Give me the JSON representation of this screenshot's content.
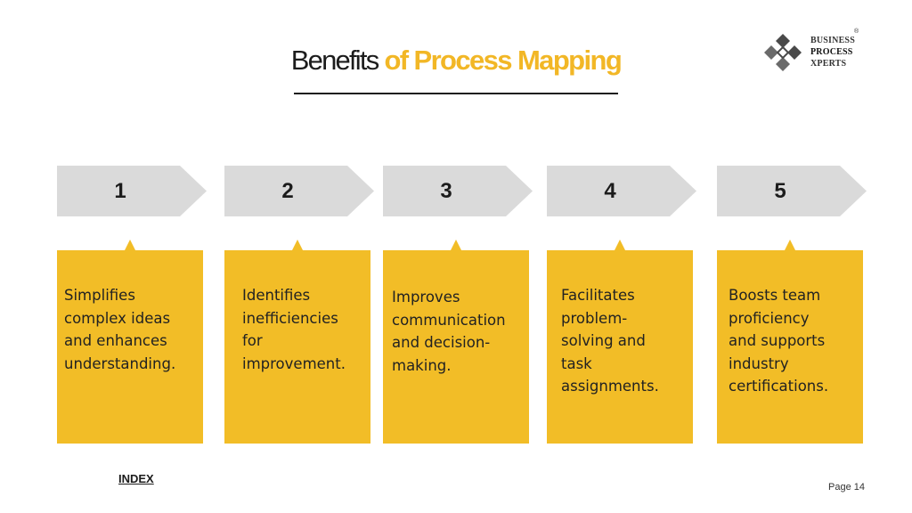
{
  "title": {
    "part1": "Benefits",
    "part2": "of Process Mapping"
  },
  "logo": {
    "line1": "BUSINESS",
    "line2": "PROCESS",
    "line3": "XPERTS",
    "mark": "®"
  },
  "steps": [
    {
      "number": "1",
      "text": "Simplifies\ncomplex ideas\nand enhances\nunderstanding."
    },
    {
      "number": "2",
      "text": "Identifies\ninefficiencies\nfor\nimprovement."
    },
    {
      "number": "3",
      "text": "Improves\ncommunication\nand decision-\nmaking."
    },
    {
      "number": "4",
      "text": "Facilitates\nproblem-\nsolving and\ntask\nassignments."
    },
    {
      "number": "5",
      "text": "Boosts team\nproficiency\nand supports\nindustry\ncertifications."
    }
  ],
  "footer": {
    "index_label": "INDEX",
    "page_label": "Page 14"
  },
  "colors": {
    "accent": "#f2b726",
    "card": "#f2bd27",
    "arrow": "#dadada",
    "dark": "#1c1c1c"
  }
}
